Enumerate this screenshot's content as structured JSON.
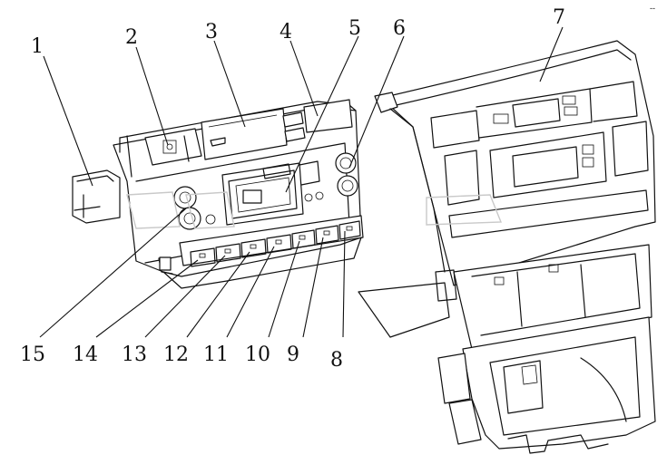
{
  "diagram": {
    "callouts": [
      {
        "id": "c1",
        "text": "1"
      },
      {
        "id": "c2",
        "text": "2"
      },
      {
        "id": "c3",
        "text": "3"
      },
      {
        "id": "c4",
        "text": "4"
      },
      {
        "id": "c5",
        "text": "5"
      },
      {
        "id": "c6",
        "text": "6"
      },
      {
        "id": "c7",
        "text": "7"
      },
      {
        "id": "c8",
        "text": "8"
      },
      {
        "id": "c9",
        "text": "9"
      },
      {
        "id": "c10",
        "text": "10"
      },
      {
        "id": "c11",
        "text": "11"
      },
      {
        "id": "c12",
        "text": "12"
      },
      {
        "id": "c13",
        "text": "13"
      },
      {
        "id": "c14",
        "text": "14"
      },
      {
        "id": "c15",
        "text": "15"
      }
    ],
    "corner_mark": "--"
  }
}
